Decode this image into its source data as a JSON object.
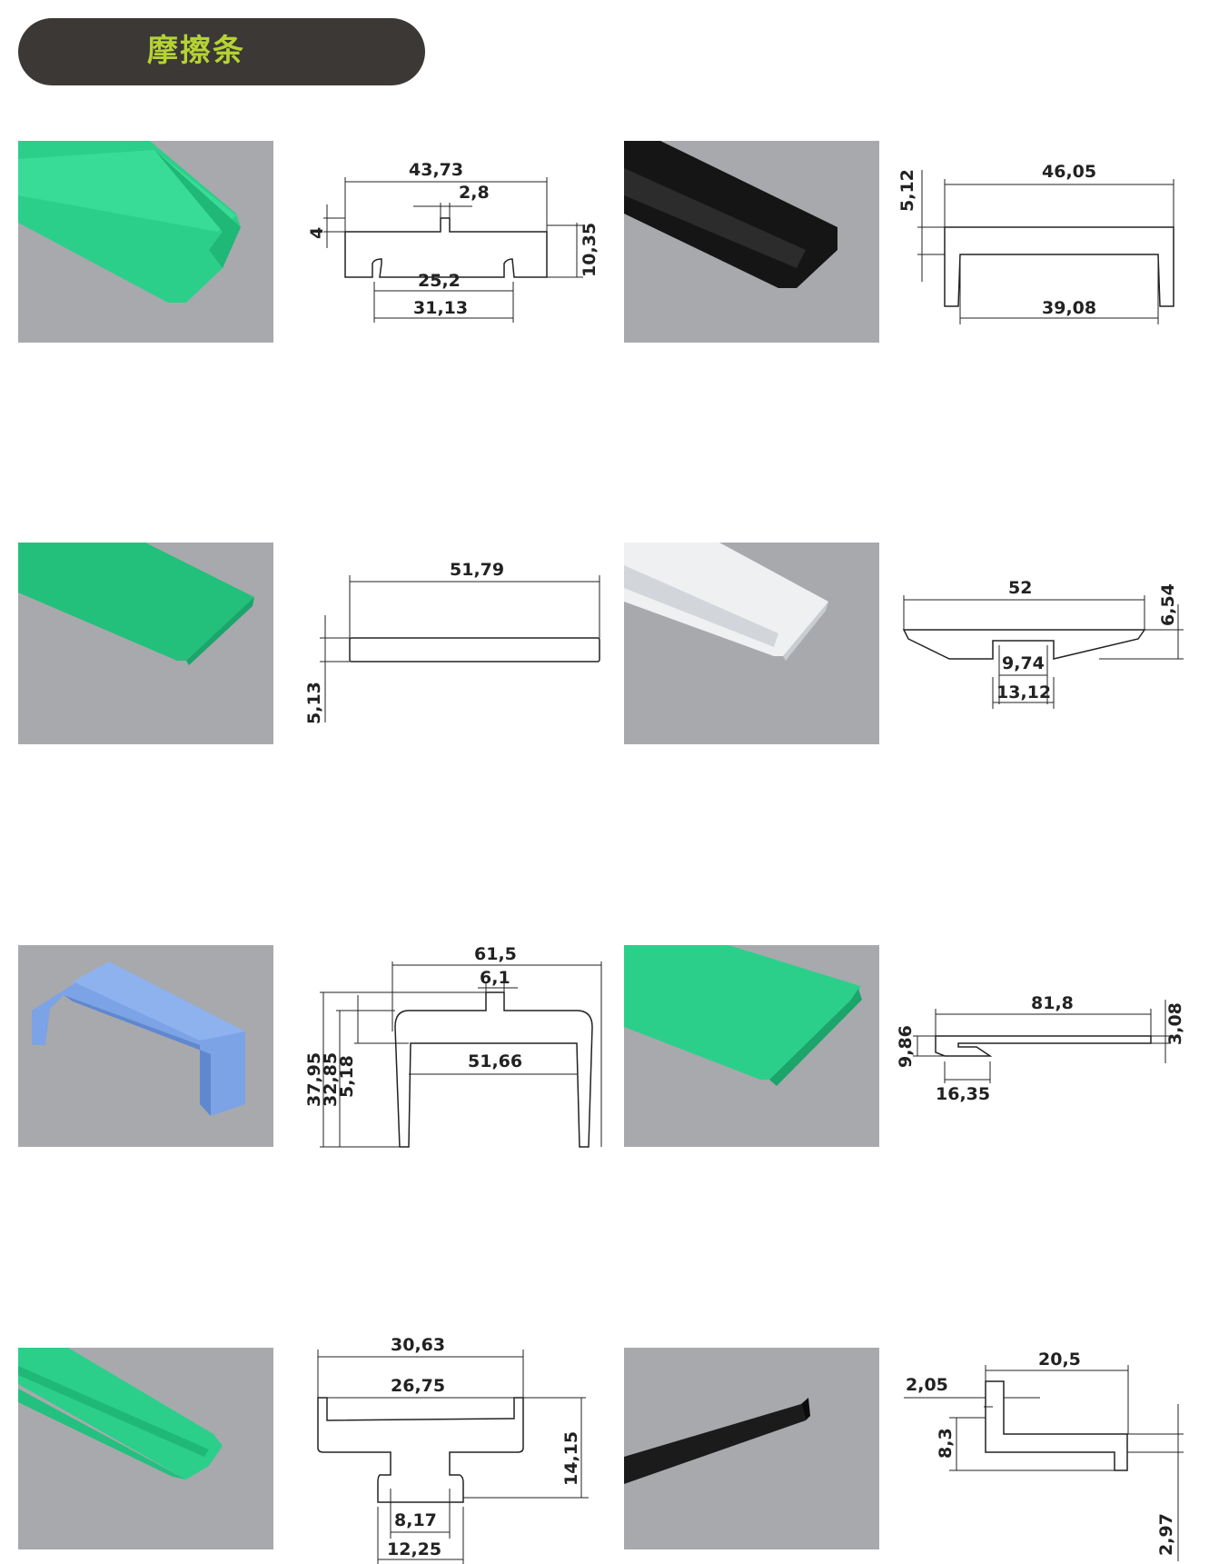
{
  "header": {
    "title": "摩擦条"
  },
  "colors": {
    "title_bg": "#3b3835",
    "title_text": "#b5d334",
    "photo_bg": "#a8a9ad",
    "green_strip": "#2bcf8a",
    "black_strip": "#151515",
    "white_strip": "#eef0f2",
    "blue_strip": "#7ba3e6"
  },
  "profiles": [
    {
      "strip": "green-t-slot",
      "dims": {
        "overall_width": "43,73",
        "slot": "2,8",
        "height_left": "4",
        "height_right": "10,35",
        "inner_width": "25,2",
        "base_width": "31,13"
      }
    },
    {
      "strip": "black-u-channel",
      "dims": {
        "overall_width": "46,05",
        "thickness": "5,12",
        "inner_width": "39,08"
      }
    },
    {
      "strip": "green-flat",
      "dims": {
        "width": "51,79",
        "thickness": "5,13"
      }
    },
    {
      "strip": "white-t-profile",
      "dims": {
        "width": "52",
        "height": "6,54",
        "stem_inner": "9,74",
        "stem_outer": "13,12"
      }
    },
    {
      "strip": "blue-u-profile",
      "dims": {
        "overall_width": "61,5",
        "slot": "6,1",
        "inner_width": "51,66",
        "height_total": "37,95",
        "height_inner": "32,85",
        "top_thickness": "5,18"
      }
    },
    {
      "strip": "green-hook-profile",
      "dims": {
        "width": "81,8",
        "thickness": "3,08",
        "hook_height": "9,86",
        "hook_width": "16,35"
      }
    },
    {
      "strip": "green-t-rail",
      "dims": {
        "overall_width": "30,63",
        "inner_width": "26,75",
        "height": "14,15",
        "stem_inner": "8,17",
        "stem_outer": "12,25"
      }
    },
    {
      "strip": "black-l-angle",
      "dims": {
        "width": "20,5",
        "lip": "2,05",
        "height": "8,3",
        "thickness": "2,97"
      }
    }
  ]
}
